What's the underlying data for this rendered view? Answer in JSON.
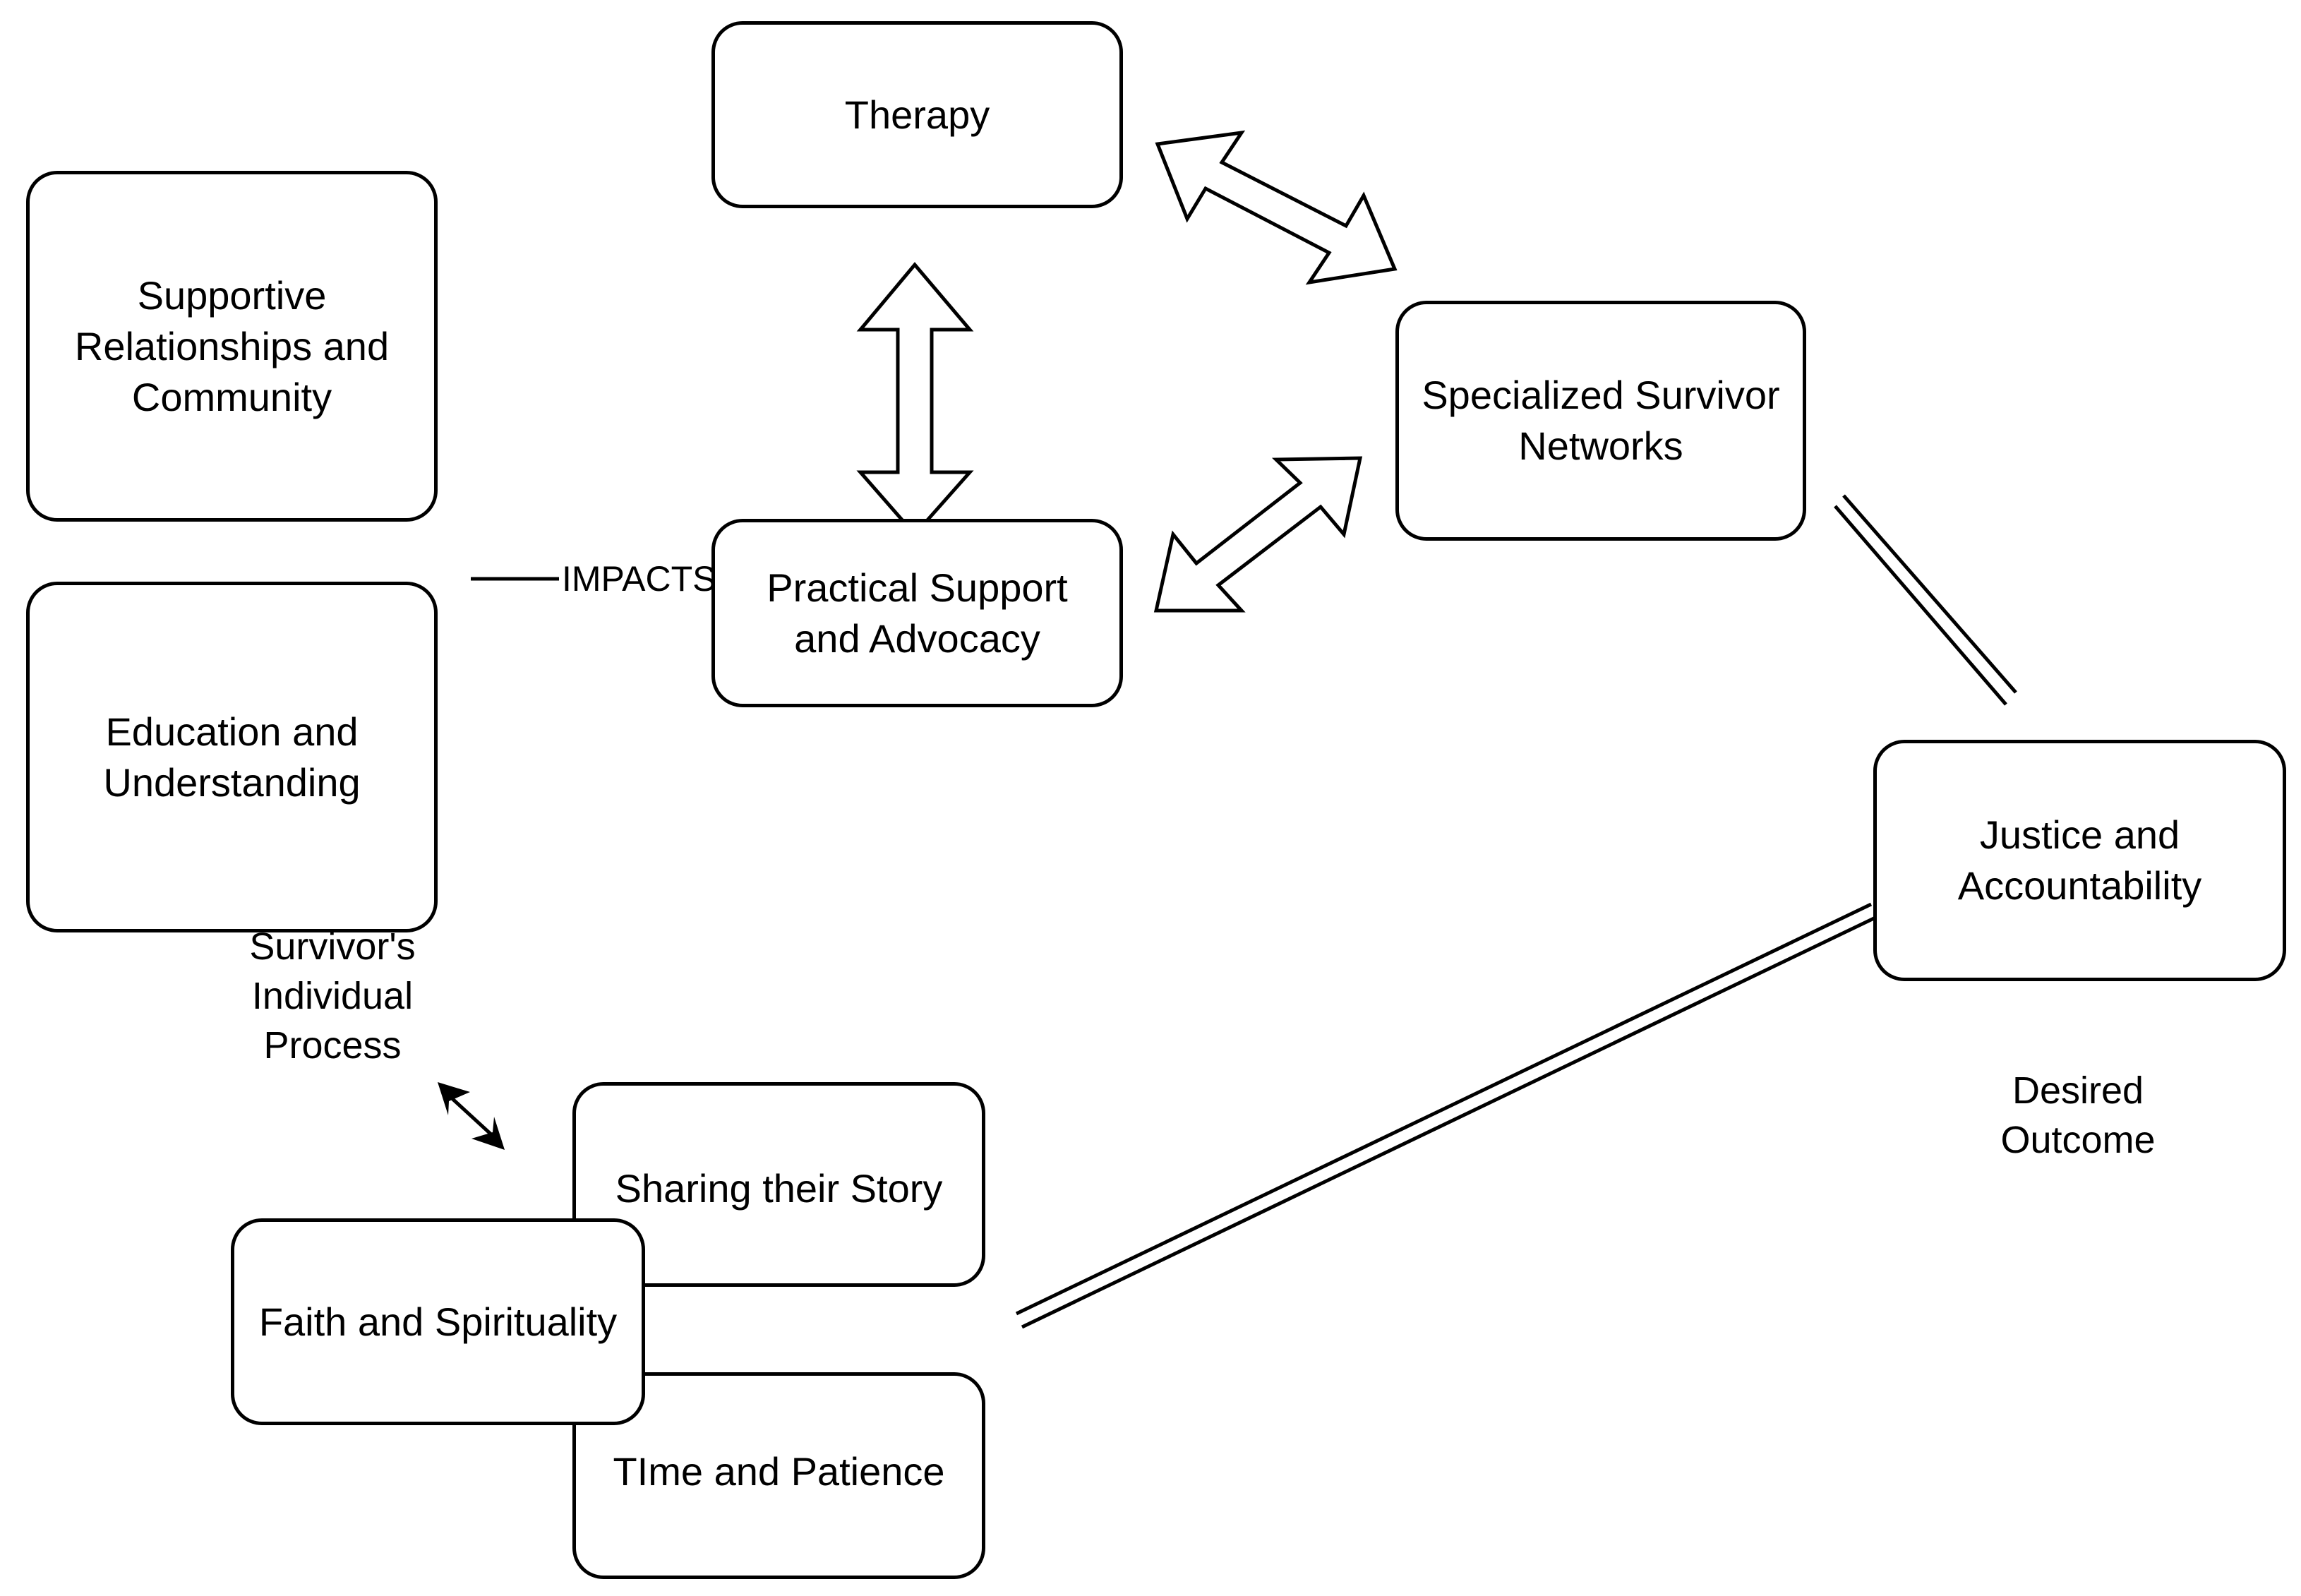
{
  "diagram": {
    "nodes": {
      "supportive": "Supportive\nRelationships and\nCommunity",
      "education": "Education and\nUnderstanding",
      "therapy": "Therapy",
      "practical": "Practical Support\nand Advocacy",
      "specialized": "Specialized Survivor\nNetworks",
      "justice": "Justice and\nAccountability",
      "sharing": "Sharing their Story",
      "faith": "Faith and Spirituality",
      "time": "TIme and Patience"
    },
    "labels": {
      "impacts": "IMPACTS",
      "survivors_process": "Survivor's\nIndividual\nProcess",
      "desired_outcome": "Desired\nOutcome"
    },
    "edges": [
      {
        "from": "supportive+education",
        "to": "therapy+practical",
        "label": "IMPACTS",
        "style": "arrow"
      },
      {
        "from": "therapy",
        "to": "practical",
        "style": "double-block-arrow"
      },
      {
        "from": "therapy",
        "to": "specialized",
        "style": "double-block-arrow"
      },
      {
        "from": "practical",
        "to": "specialized",
        "style": "double-block-arrow"
      },
      {
        "from": "specialized",
        "to": "justice",
        "style": "double-line"
      },
      {
        "from": "individual-process",
        "to": "justice",
        "style": "double-line"
      },
      {
        "from": "survivors_process",
        "to": "individual-process",
        "style": "bidirectional-arrow"
      }
    ]
  }
}
